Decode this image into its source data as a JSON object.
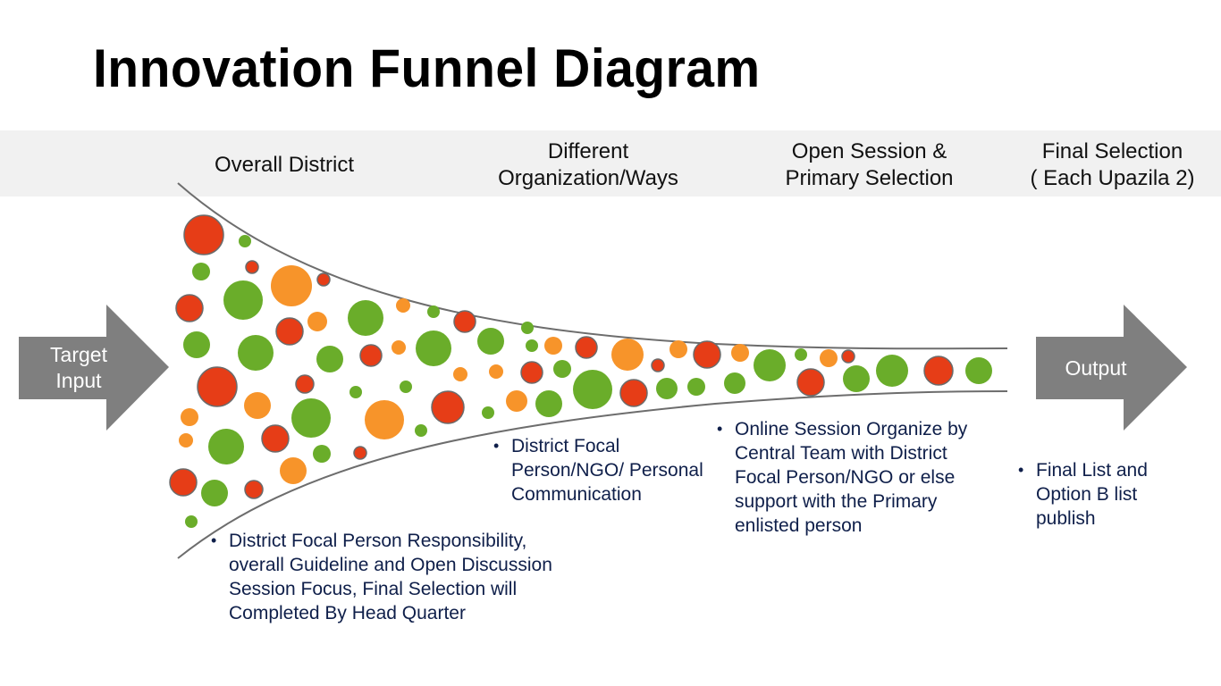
{
  "title": "Innovation Funnel Diagram",
  "colors": {
    "header_band": "#f1f1f1",
    "arrow": "#7f7f7f",
    "funnel_line": "#6d6d6d",
    "bubble_red": "#e63d17",
    "bubble_green": "#6aad2a",
    "bubble_orange": "#f7942a",
    "bullet_text": "#0f1f4a"
  },
  "stages": [
    {
      "label": "Overall District"
    },
    {
      "label": "Different\nOrganization/Ways"
    },
    {
      "label": "Open Session &\nPrimary Selection"
    },
    {
      "label": "Final Selection\n( Each Upazila 2)"
    }
  ],
  "input_arrow": {
    "label": "Target\nInput",
    "icon": "arrow-right-icon"
  },
  "output_arrow": {
    "label": "Output",
    "icon": "arrow-right-icon"
  },
  "notes": [
    {
      "text": "District Focal Person Responsibility, overall Guideline and Open Discussion Session Focus, Final Selection will Completed By Head Quarter"
    },
    {
      "text": "District Focal Person/NGO/ Personal Communication"
    },
    {
      "text": "Online Session Organize by Central Team with District Focal Person/NGO or else support with the Primary enlisted person"
    },
    {
      "text": "Final List and Option B list publish"
    }
  ],
  "bubble_legend": [
    "red",
    "green",
    "orange"
  ]
}
